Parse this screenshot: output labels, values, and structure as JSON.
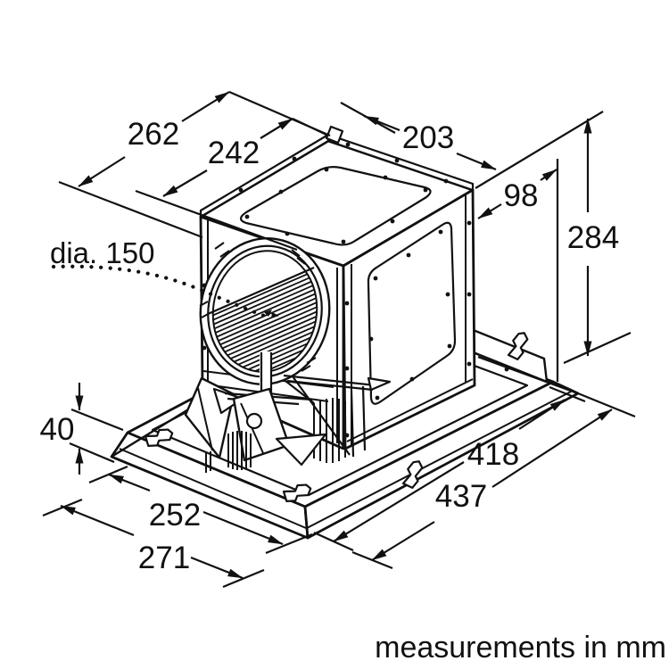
{
  "ink_color": "#111111",
  "diagram": {
    "kind": "technical dimension drawing",
    "subject": "ceiling blower module, isometric view",
    "dimensions": {
      "d262": "262",
      "d242": "242",
      "d203": "203",
      "d98": "98",
      "d284": "284",
      "dia150": "dia. 150",
      "d40": "40",
      "d252": "252",
      "d271": "271",
      "d418": "418",
      "d437": "437"
    },
    "note": "measurements in mm"
  }
}
